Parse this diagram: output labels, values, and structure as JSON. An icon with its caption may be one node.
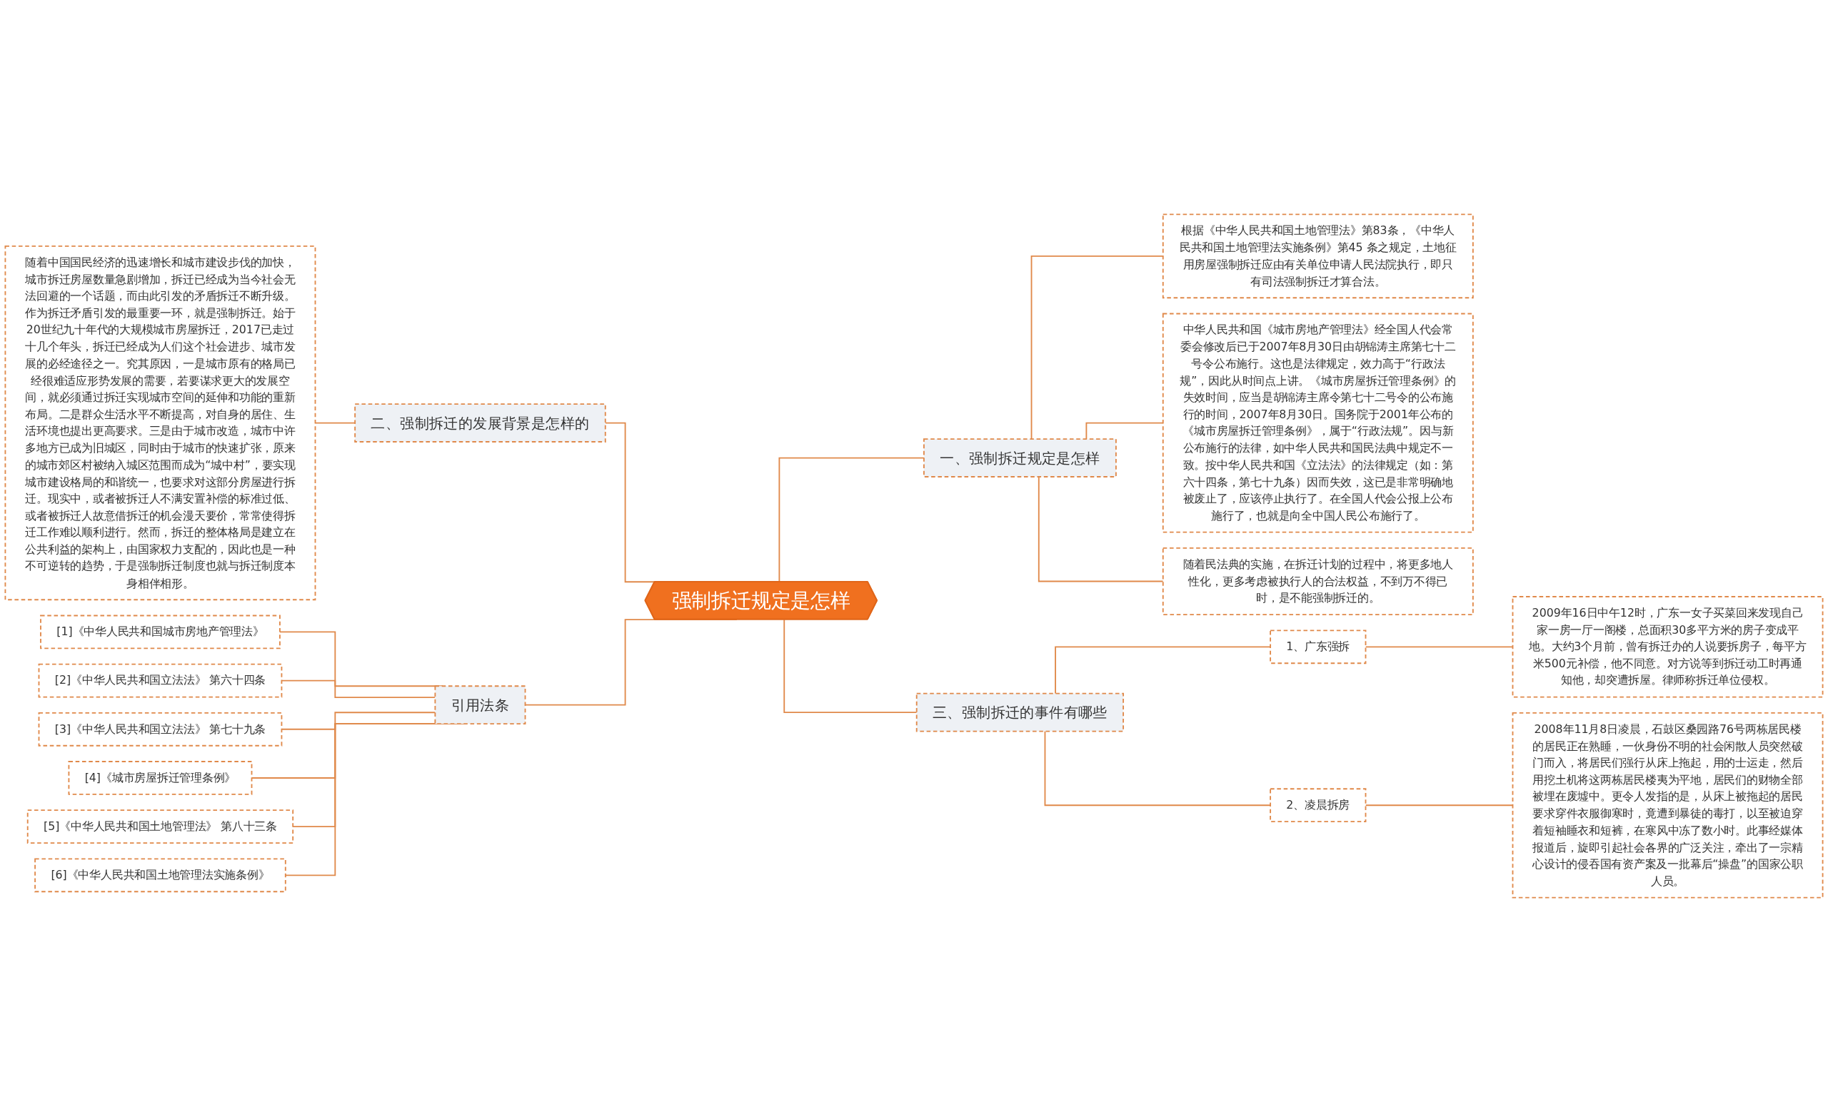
{
  "diagram": {
    "nodes": [
      {
        "text": [
          "强制拆迁规定是怎样"
        ]
      },
      {
        "text": [
          "一、强制拆迁规定是怎样"
        ]
      },
      {
        "text": [
          "根据《中华人民共和国土地管理法》第83条，《中华人民共和国土地管理法实施条例》第45 条之规定，土地征用房屋强制拆迁应由有关单位申请人民法院执行，即只有司法强制拆迁才算合法。"
        ]
      },
      {
        "text": [
          "中华人民共和国《城市房地产管理法》经全国人代会常委会修改后已于2007年8月30日由胡锦涛主席第七十二号令公布施行。这也是法律规定，效力高于“行政法规”，因此从时间点上讲。《城市房屋拆迁管理条例》的失效时间，应当是胡锦涛主席令第七十二号令的公布施行的时间，2007年8月30日。国务院于2001年公布的《城市房屋拆迁管理条例》，属于“行政法规”。因与新公布施行的法律，如中华人民共和国民法典中规定不一致。按中华人民共和国《立法法》的法律规定（如：第六十四条，第七十九条）因而失效，这已是非常明确地被废止了，应该停止执行了。在全国人代会公报上公布施行了，也就是向全中国人民公布施行了。"
        ]
      },
      {
        "text": [
          "随着民法典的实施，在拆迁计划的过程中，将更多地人性化，更多考虑被执行人的合法权益，不到万不得已时，是不能强制拆迁的。"
        ]
      },
      {
        "text": [
          "三、强制拆迁的事件有哪些"
        ]
      },
      {
        "text": [
          "1、广东强拆"
        ]
      },
      {
        "text": [
          "2009年16日中午12时，广东一女子买菜回来发现自己家一房一厅一阁楼，总面积30多平方米的房子变成平地。大约3个月前，曾有拆迁办的人说要拆房子，每平方米500元补偿，他不同意。对方说等到拆迁动工时再通知他，却突遭拆屋。律师称拆迁单位侵权。"
        ]
      },
      {
        "text": [
          "2、凌晨拆房"
        ]
      },
      {
        "text": [
          "2008年11月8日凌晨，石鼓区桑园路76号两栋居民楼的居民正在熟睡，一伙身份不明的社会闲散人员突然破门而入，将居民们强行从床上拖起，用的士运走，然后用挖土机将这两栋居民楼夷为平地，居民们的财物全部被埋在废墟中。更令人发指的是，从床上被拖起的居民要求穿件衣服御寒时，竟遭到暴徒的毒打，以至被迫穿着短袖睡衣和短裤，在寒风中冻了数小时。此事经媒体报道后，旋即引起社会各界的广泛关注，牵出了一宗精心设计的侵吞国有资产案及一批幕后“操盘”的国家公职人员。"
        ]
      },
      {
        "text": [
          "二、强制拆迁的发展背景是怎样的"
        ]
      },
      {
        "text": [
          "随着中国国民经济的迅速增长和城市建设步伐的加快，城市拆迁房屋数量急剧增加，拆迁已经成为当今社会无法回避的一个话题，而由此引发的矛盾拆迁不断升级。作为拆迁矛盾引发的最重要一环，就是强制拆迁。始于20世纪九十年代的大规模城市房屋拆迁，2017已走过十几个年头，拆迁已经成为人们这个社会进步、城市发展的必经途径之一。究其原因，一是城市原有的格局已经很难适应形势发展的需要，若要谋求更大的发展空间，就必须通过拆迁实现城市空间的延伸和功能的重新布局。二是群众生活水平不断提高，对自身的居住、生活环境也提出更高要求。三是由于城市改造，城市中许多地方已成为旧城区，同时由于城市的快速扩张，原来的城市郊区村被纳入城区范围而成为“城中村”，要实现城市建设格局的和谐统一，也要求对这部分房屋进行拆迁。现实中，或者被拆迁人不满安置补偿的标准过低、或者被拆迁人故意借拆迁的机会漫天要价，常常使得拆迁工作难以顺利进行。然而，拆迁的整体格局是建立在公共利益的架构上，由国家权力支配的，因此也是一种不可逆转的趋势，于是强制拆迁制度也就与拆迁制度本身相伴相形。"
        ]
      },
      {
        "text": [
          "引用法条"
        ]
      },
      {
        "text": [
          "[1]《中华人民共和国城市房地产管理法》"
        ]
      },
      {
        "text": [
          "[2]《中华人民共和国立法法》 第六十四条"
        ]
      },
      {
        "text": [
          "[3]《中华人民共和国立法法》 第七十九条"
        ]
      },
      {
        "text": [
          "[4]《城市房屋拆迁管理条例》"
        ]
      },
      {
        "text": [
          "[5]《中华人民共和国土地管理法》 第八十三条"
        ]
      },
      {
        "text": [
          "[6]《中华人民共和国土地管理法实施条例》"
        ]
      }
    ],
    "edges": [
      {
        "from": 0,
        "to": 1,
        "arrow": "none"
      },
      {
        "from": 1,
        "to": 2,
        "arrow": "none"
      },
      {
        "from": 1,
        "to": 3,
        "arrow": "none"
      },
      {
        "from": 1,
        "to": 4,
        "arrow": "none"
      },
      {
        "from": 0,
        "to": 5,
        "arrow": "none"
      },
      {
        "from": 5,
        "to": 6,
        "arrow": "none"
      },
      {
        "from": 6,
        "to": 7,
        "arrow": "none"
      },
      {
        "from": 5,
        "to": 8,
        "arrow": "none"
      },
      {
        "from": 8,
        "to": 9,
        "arrow": "none"
      },
      {
        "from": 10,
        "to": 0,
        "arrow": "none"
      },
      {
        "from": 11,
        "to": 10,
        "arrow": "none"
      },
      {
        "from": 12,
        "to": 0,
        "arrow": "none"
      },
      {
        "from": 13,
        "to": 12,
        "arrow": "none"
      },
      {
        "from": 14,
        "to": 12,
        "arrow": "none"
      },
      {
        "from": 15,
        "to": 12,
        "arrow": "none"
      },
      {
        "from": 16,
        "to": 12,
        "arrow": "none"
      },
      {
        "from": 17,
        "to": 12,
        "arrow": "none"
      },
      {
        "from": 18,
        "to": 12,
        "arrow": "none"
      }
    ]
  }
}
